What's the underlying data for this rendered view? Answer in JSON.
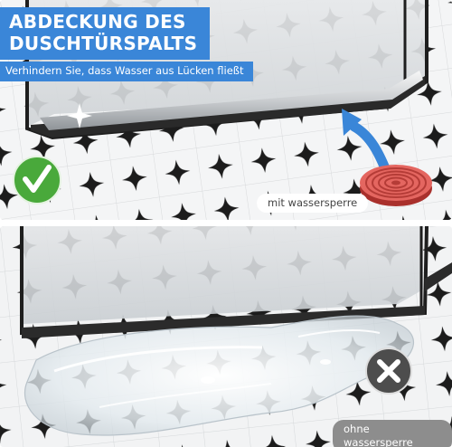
{
  "top_panel": {
    "title_line1": "ABDECKUNG DES",
    "title_line2": "DUSCHTÜRSPALTS",
    "subtitle": "Verhindern Sie, dass Wasser aus Lücken fließt",
    "label": "mit wassersperre",
    "badge_icon": "checkmark-icon",
    "badge_color": "#49a93b"
  },
  "bottom_panel": {
    "label": "ohne wassersperre",
    "badge_icon": "x-icon",
    "badge_color": "#4d4d4d"
  },
  "colors": {
    "accent_blue": "#3a86d8",
    "seal_red": "#d9534f",
    "frame_black": "#1e1e1e"
  }
}
